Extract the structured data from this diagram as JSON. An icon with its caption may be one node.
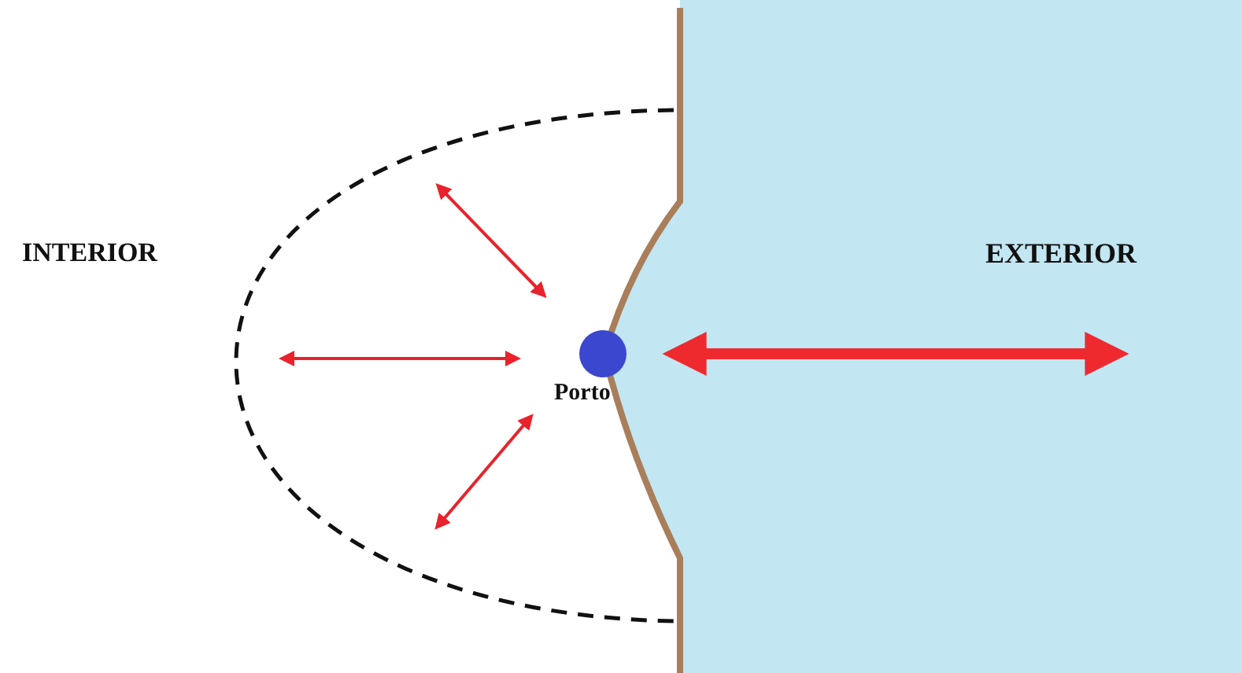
{
  "diagram": {
    "labels": [
      "INTERIOR",
      "EXTERIOR",
      "Porto"
    ]
  }
}
